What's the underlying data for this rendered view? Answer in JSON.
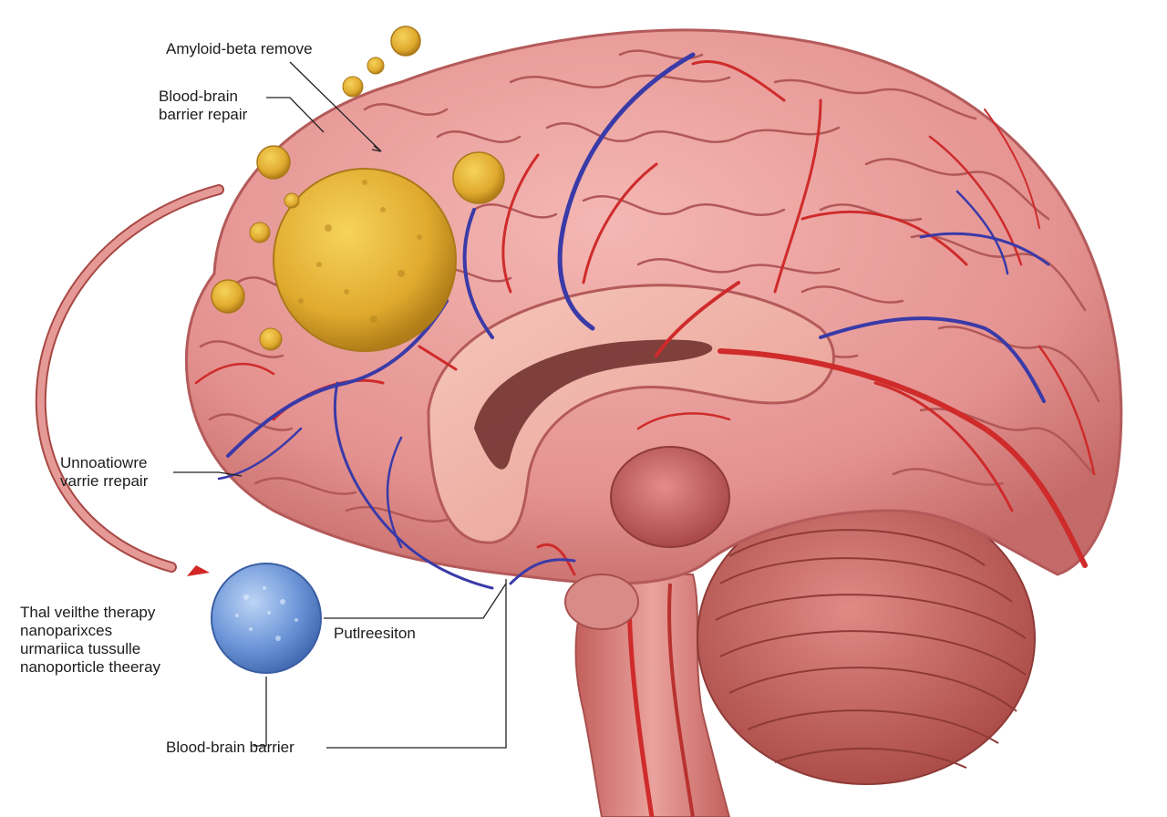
{
  "labels": {
    "amyloid": "Amyloid-beta remove",
    "bbb_repair_line1": "Blood-brain",
    "bbb_repair_line2": "barrier repair",
    "innovative_line1": "Unnoatiowre",
    "innovative_line2": "varrie rrepair",
    "therapy_line1": "Thal veilthe therapy",
    "therapy_line2": "nanoparixces",
    "therapy_line3": "urmariica tussulle",
    "therapy_line4": "nanoporticle theeray",
    "putlreesiton": "Putlreesiton",
    "bbb_bottom": "Blood-brain barrier"
  },
  "colors": {
    "cortex": "#e69c9b",
    "cortex_dark": "#c4706e",
    "gyri_line": "#b45a5a",
    "artery": "#cf2b2b",
    "vein": "#3a3aa8",
    "amyloid": "#e2b23a",
    "amyloid_dark": "#a9791a",
    "nanoparticle": "#6f96d6",
    "cerebellum": "#c9605c",
    "brainstem": "#d87b78"
  }
}
